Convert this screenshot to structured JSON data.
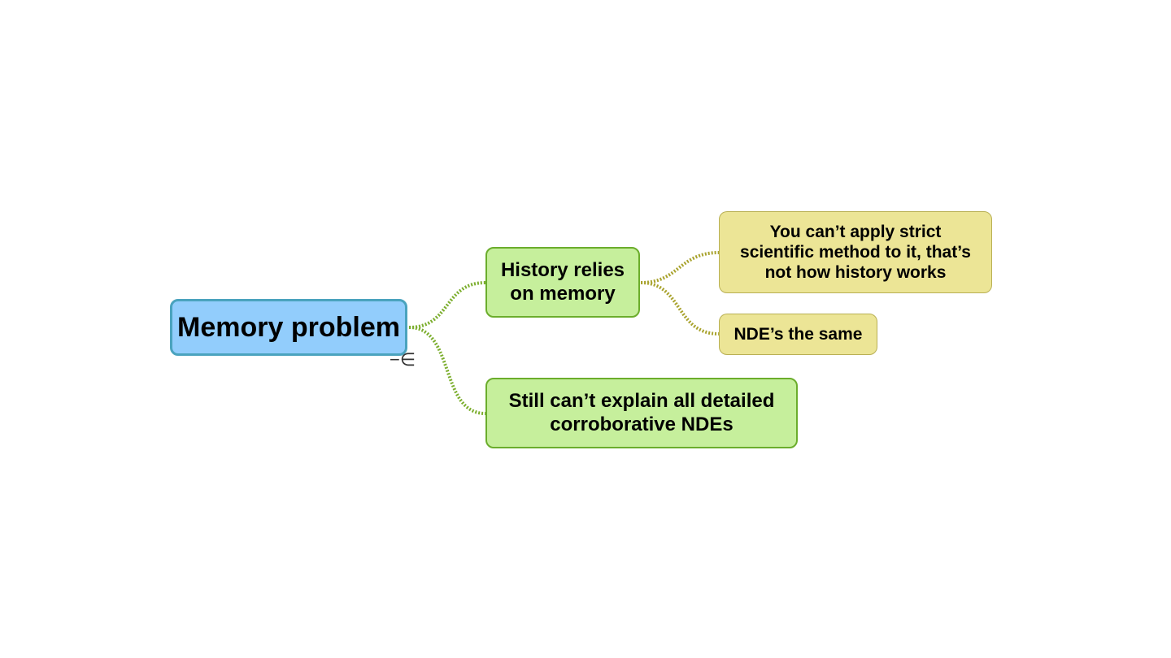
{
  "mindmap": {
    "root": {
      "label": "Memory problem",
      "color": "#92cdfc",
      "border": "#4aa3be"
    },
    "branches": [
      {
        "label": "History relies on memory",
        "lines": [
          "History relies",
          "on memory"
        ],
        "color": "#c6ef9c",
        "border": "#6bad2c",
        "children": [
          {
            "lines": [
              "You can’t apply strict",
              "scientific method to it, that’s",
              "not how history works"
            ],
            "color": "#ece596"
          },
          {
            "lines": [
              "NDE’s the same"
            ],
            "color": "#ece596"
          }
        ]
      },
      {
        "label": "Still can’t explain all detailed corroborative NDEs",
        "lines": [
          "Still can’t explain all detailed",
          "corroborative NDEs"
        ],
        "color": "#c6ef9c",
        "border": "#6bad2c",
        "children": []
      }
    ],
    "collapse_icon": "−∈",
    "link_colors": {
      "level1": "#7cae2e",
      "level2": "#a9a32e"
    }
  }
}
